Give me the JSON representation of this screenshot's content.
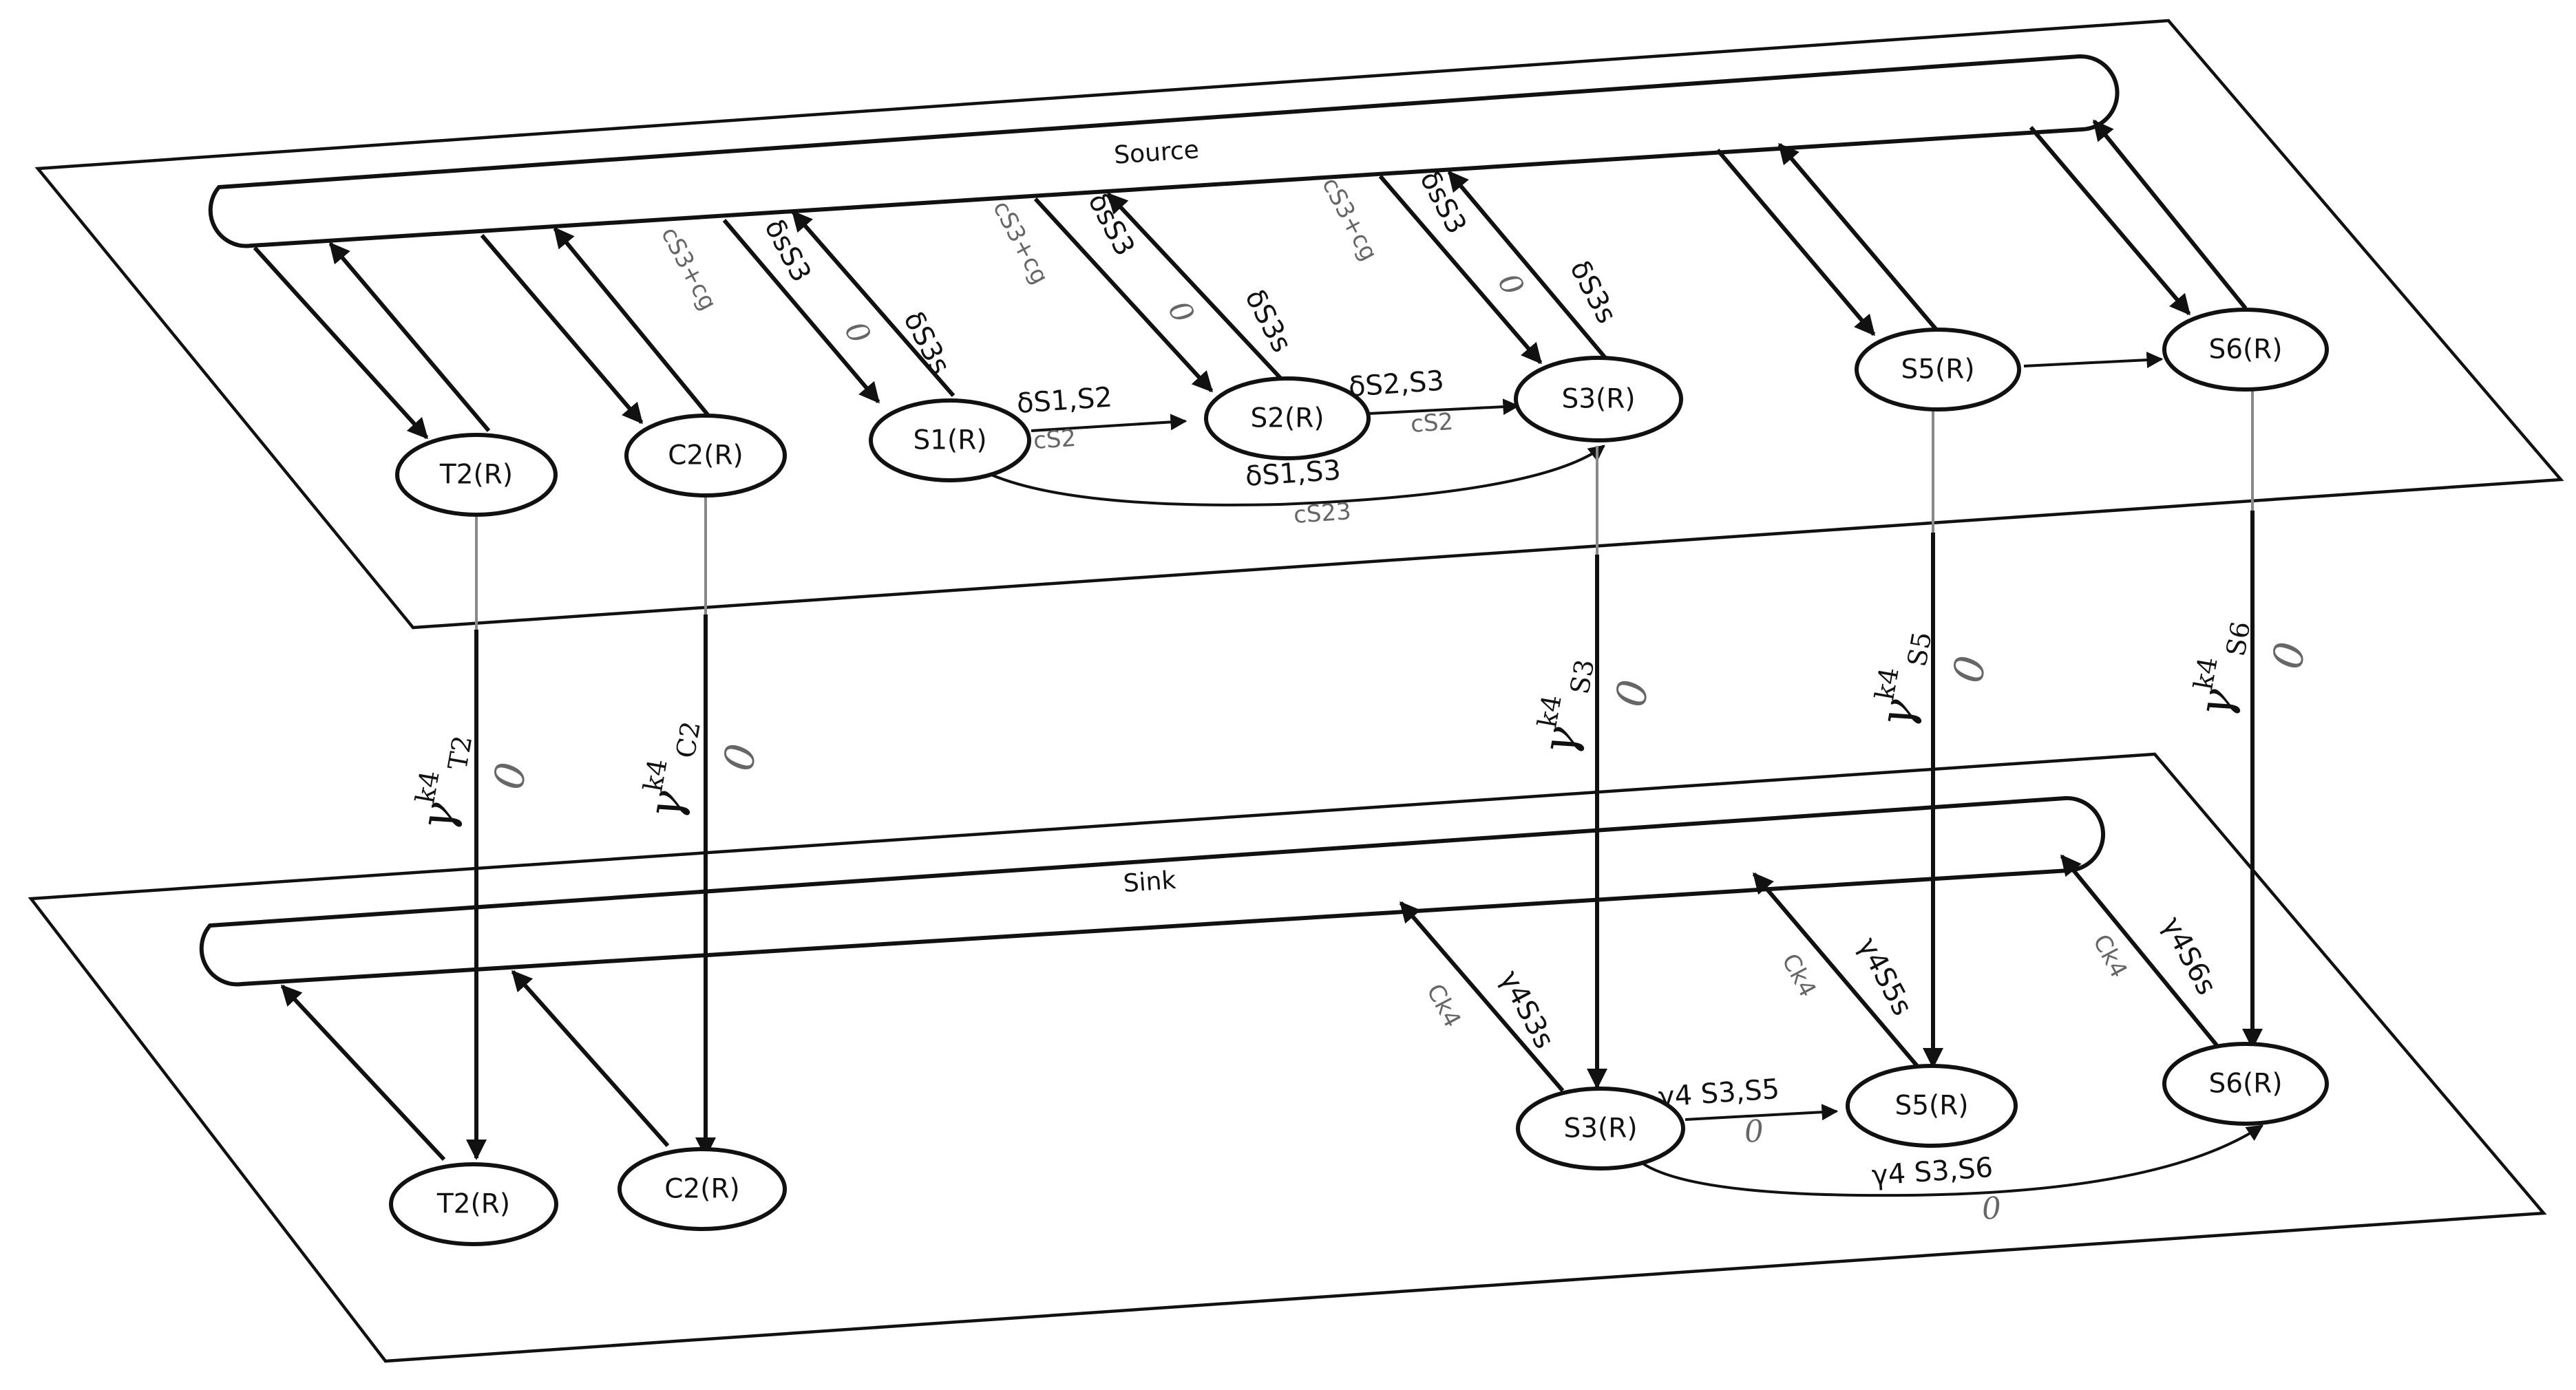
{
  "planes": {
    "source": {
      "label": "Source"
    },
    "sink": {
      "label": "Sink"
    }
  },
  "nodes": {
    "src_t2": "T2(R)",
    "src_c2": "C2(R)",
    "src_s1": "S1(R)",
    "src_s2": "S2(R)",
    "src_s3": "S3(R)",
    "src_s5": "S5(R)",
    "src_s6": "S6(R)",
    "snk_t2": "T2(R)",
    "snk_c2": "C2(R)",
    "snk_s3": "S3(R)",
    "snk_s5": "S5(R)",
    "snk_s6": "S6(R)"
  },
  "source_labels": {
    "c2_cost": "cS3+cg",
    "s1_delta_in": "δsS3",
    "s1_delta_out": "δS3s",
    "s1_zero": "0",
    "s2_cost": "cS3+cg",
    "s2_delta_in": "δsS3",
    "s2_delta_out": "δS3s",
    "s2_zero": "0",
    "s3_cost": "cS3+cg",
    "s3_delta_in": "δsS3",
    "s3_delta_out": "δS3s",
    "s3_zero": "0",
    "d_s1s2": "δS1,S2",
    "c_s2": "cS2",
    "d_s2s3": "δS2,S3",
    "c_s2b": "cS2",
    "d_s1s3": "δS1,S3",
    "c_s23": "cS23"
  },
  "vertical_labels": {
    "t2": {
      "base": "γ",
      "sup": "k4",
      "sub": "T2",
      "zero": "0"
    },
    "c2": {
      "base": "γ",
      "sup": "k4",
      "sub": "C2",
      "zero": "0"
    },
    "s3": {
      "base": "γ",
      "sup": "k4",
      "sub": "S3",
      "zero": "0"
    },
    "s5": {
      "base": "γ",
      "sup": "k4",
      "sub": "S5",
      "zero": "0"
    },
    "s6": {
      "base": "γ",
      "sup": "k4",
      "sub": "S6",
      "zero": "0"
    }
  },
  "sink_labels": {
    "s3_ck": "Ck4",
    "s3_gamma": "γ4S3s",
    "s5_ck": "Ck4",
    "s5_gamma": "γ4S5s",
    "s6_ck": "Ck4",
    "s6_gamma": "γ4S6s",
    "g_s3s5": "γ4 S3,S5",
    "g_s3s5_zero": "0",
    "g_s3s6": "γ4 S3,S6",
    "g_s3s6_zero": "0"
  }
}
